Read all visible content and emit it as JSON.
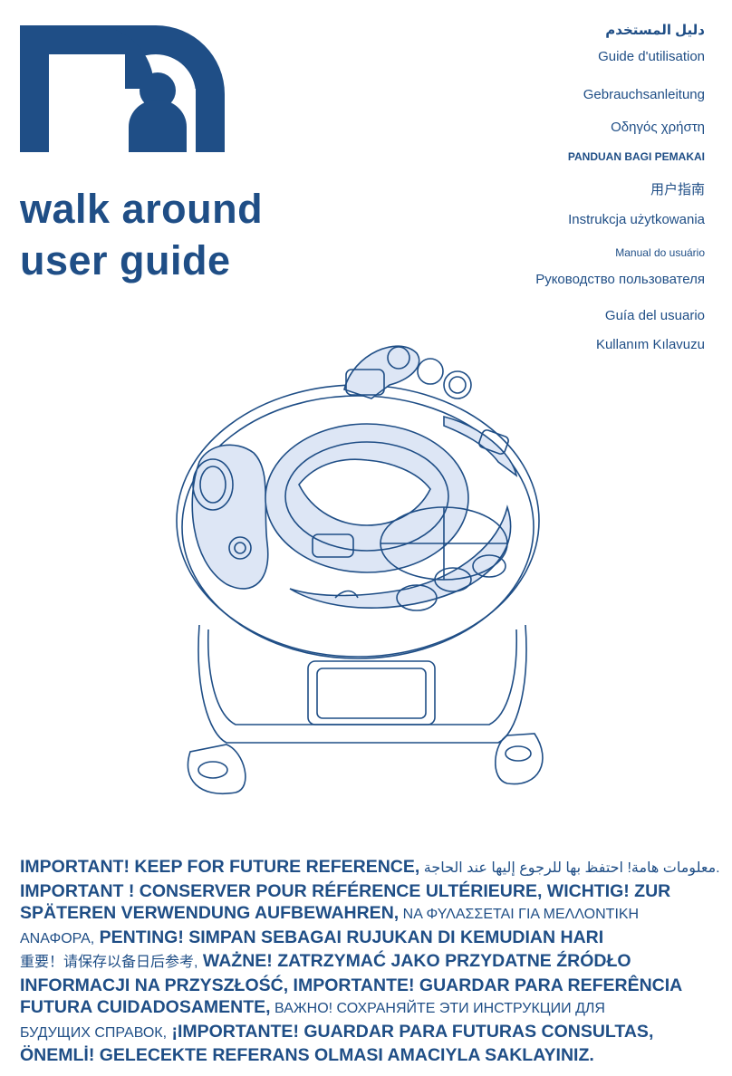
{
  "title": {
    "line1": "walk around",
    "line2": "user guide"
  },
  "languages": [
    "دليل المستخدم",
    "Guide d'utilisation",
    "Gebrauchsanleitung",
    "Οδηγός χρήστη",
    "PANDUAN BAGI PEMAKAI",
    "用户指南",
    "Instrukcja użytkowania",
    "Manual do usuário",
    "Руководство пользователя",
    "Guía del usuario",
    "Kullanım Kılavuzu"
  ],
  "notice": {
    "l1a": "IMPORTANT! KEEP FOR FUTURE REFERENCE,",
    "l1b": " معلومات هامة! احتفظ بها للرجوع إليها عند الحاجة.",
    "l2": "IMPORTANT ! CONSERVER POUR RÉFÉRENCE ULTÉRIEURE, WICHTIG! ZUR",
    "l3a": "SPÄTEREN VERWENDUNG AUFBEWAHREN,",
    "l3b": " ΝΑ ΦΥΛΑΣΣΕΤΑΙ ΓΙΑ ΜΕΛΛΟΝΤΙΚΗ",
    "l4a": "ΑΝΑΦΟΡΑ,",
    "l4b": " PENTING! SIMPAN SEBAGAI RUJUKAN DI KEMUDIAN HARI",
    "l5a": "重要！请保存以备日后参考,",
    "l5b": "  WAŻNE! ZATRZYMAĆ JAKO PRZYDATNE ŹRÓDŁO",
    "l6": "INFORMACJI NA PRZYSZŁOŚĆ, IMPORTANTE! GUARDAR PARA REFERÊNCIA",
    "l7a": "FUTURA CUIDADOSAMENTE,",
    "l7b": " ВАЖНО! СОХРАНЯЙТЕ ЭТИ ИНСТРУКЦИИ ДЛЯ",
    "l8a": "БУДУЩИХ СПРАВОК,",
    "l8b": " ¡IMPORTANTE! GUARDAR PARA FUTURAS CONSULTAS,",
    "l9": "ÖNEMLİ! GELECEKTE REFERANS OLMASI AMACIYLA SAKLAYINIZ."
  },
  "colors": {
    "brand": "#1f4e86",
    "fill": "#dde6f5"
  }
}
